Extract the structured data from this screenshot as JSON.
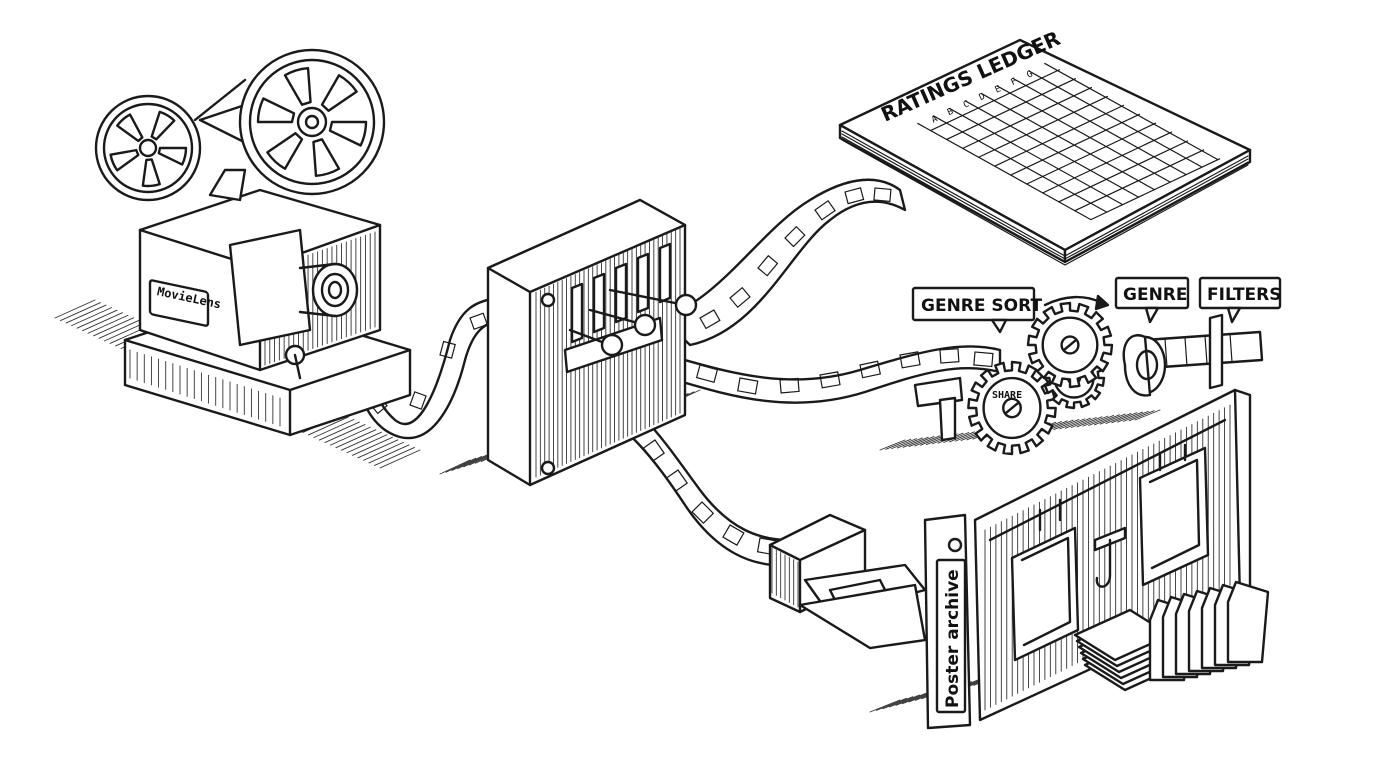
{
  "labels": {
    "projector": "MovieLens",
    "ledger": "RATINGS LEDGER",
    "ledger_cols": [
      "A",
      "B",
      "C",
      "D",
      "E",
      "F",
      "G"
    ],
    "genre_sort": "GENRE SORT",
    "genre": "GENRE",
    "filters": "FILTERS",
    "gear_stamp": "SHARE",
    "poster_archive": "Poster archive"
  },
  "style": {
    "ink": "#1a1a1a",
    "paper": "#ffffff"
  },
  "icons": [
    "film-projector-icon",
    "film-reel-icon",
    "splitter-box-icon",
    "ledger-book-icon",
    "gear-icon",
    "poster-rack-icon",
    "cassette-slot-icon"
  ]
}
